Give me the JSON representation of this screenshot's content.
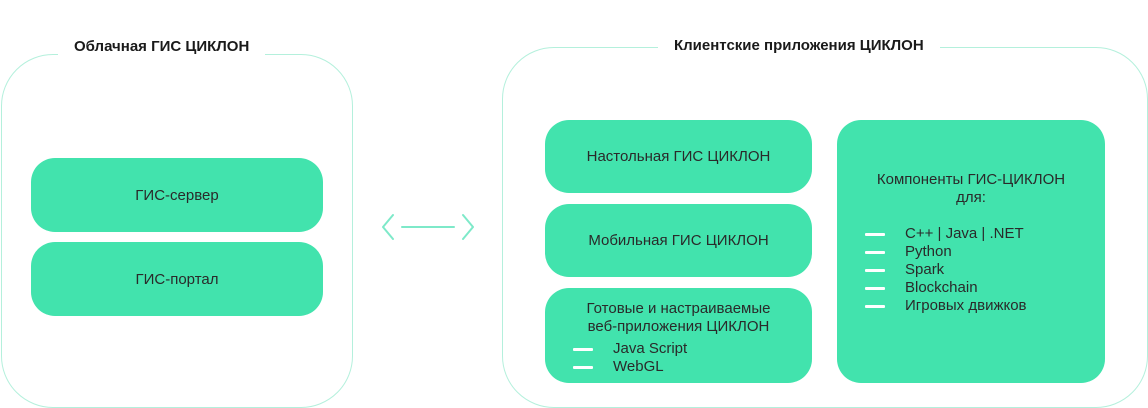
{
  "colors": {
    "card_fill": "#42e3ad",
    "panel_border": "#b4f0dc",
    "connector": "#7ee9c9",
    "bullet_dash": "#ffffff"
  },
  "left_panel": {
    "title": "Облачная ГИС ЦИКЛОН",
    "cards": [
      "ГИС-сервер",
      "ГИС-портал"
    ]
  },
  "right_panel": {
    "title": "Клиентские приложения ЦИКЛОН",
    "desktop": "Настольная ГИС ЦИКЛОН",
    "mobile": "Мобильная ГИС ЦИКЛОН",
    "web": {
      "line1": "Готовые и настраиваемые",
      "line2": "веб-приложения ЦИКЛОН",
      "items": [
        "Java Script",
        "WebGL"
      ]
    },
    "components": {
      "line1": "Компоненты ГИС-ЦИКЛОН",
      "line2": "для:",
      "items": [
        "C++ | Java | .NET",
        "Python",
        "Spark",
        "Blockchain",
        "Игровых движков"
      ]
    }
  },
  "connector_icon": "double-arrow-icon"
}
